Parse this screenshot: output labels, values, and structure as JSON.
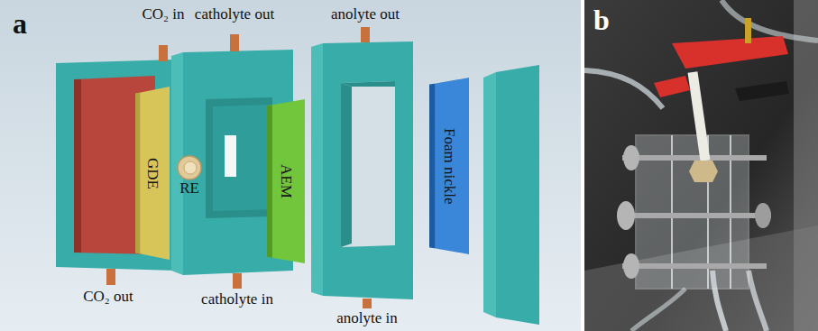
{
  "diagram": {
    "nodes": [
      {
        "text": [
          "GDE"
        ]
      },
      {
        "text": [
          "RE"
        ]
      },
      {
        "text": [
          "AEM"
        ]
      },
      {
        "text": [
          "Foam nickle"
        ]
      }
    ],
    "labels": [
      "a",
      "CO₂ in",
      "catholyte out",
      "anolyte out",
      "CO₂ out",
      "catholyte in",
      "anolyte in",
      "b"
    ]
  }
}
